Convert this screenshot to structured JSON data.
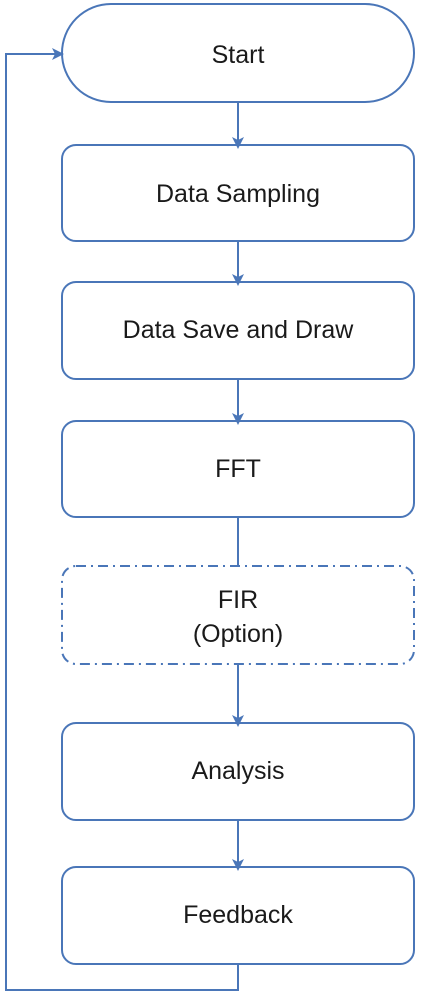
{
  "colors": {
    "stroke": "#4a76b8",
    "fill": "#ffffff",
    "text": "#1a1a1a"
  },
  "nodes": {
    "start": "Start",
    "data_sampling": "Data  Sampling",
    "data_save_draw": "Data  Save  and  Draw",
    "fft": "FFT",
    "fir_line1": "FIR",
    "fir_line2": "(Option)",
    "analysis": "Analysis",
    "feedback": "Feedback"
  }
}
